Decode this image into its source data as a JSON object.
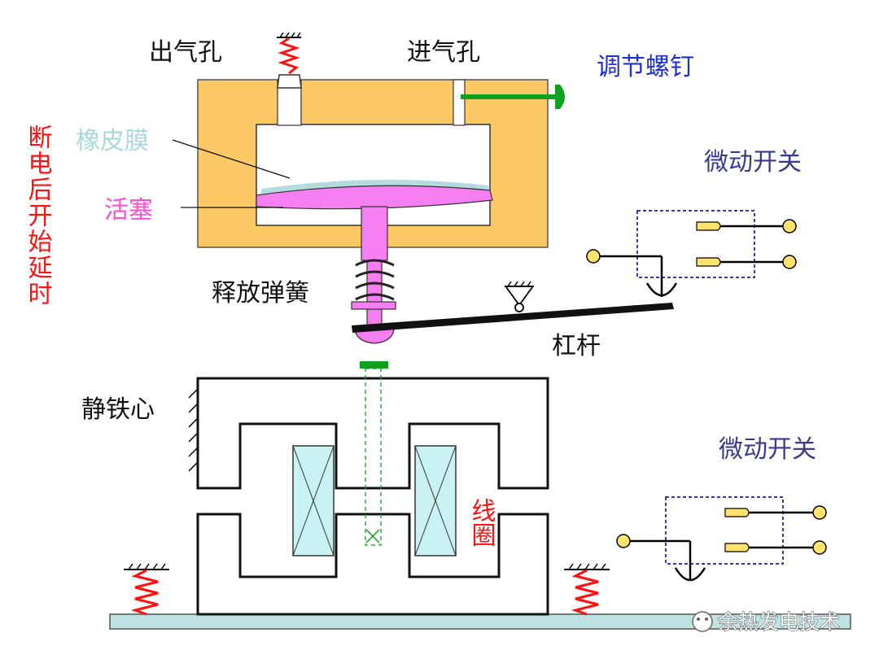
{
  "labels": {
    "outlet_hole": "出气孔",
    "inlet_hole": "进气孔",
    "adjust_screw": "调节螺钉",
    "delay_note": "断电后开始延时",
    "rubber_membrane": "橡皮膜",
    "piston": "活塞",
    "release_spring": "释放弹簧",
    "lever": "杠杆",
    "static_core": "静铁心",
    "coil": "线圈",
    "micro_switch_top": "微动开关",
    "micro_switch_bottom": "微动开关",
    "watermark": "余热发电技术"
  },
  "colors": {
    "chamber": "#fcc864",
    "piston": "#f57ef0",
    "membrane": "#b4dce0",
    "screw": "#10a020",
    "coil": "#c9f3f3",
    "contact": "#ffe36c",
    "switch_box": "#3a3aa0",
    "base": "#bfe2e2",
    "delay_note": "#ff1010",
    "switch_label": "#3a3a8c",
    "screw_label": "#1f2fd0"
  }
}
